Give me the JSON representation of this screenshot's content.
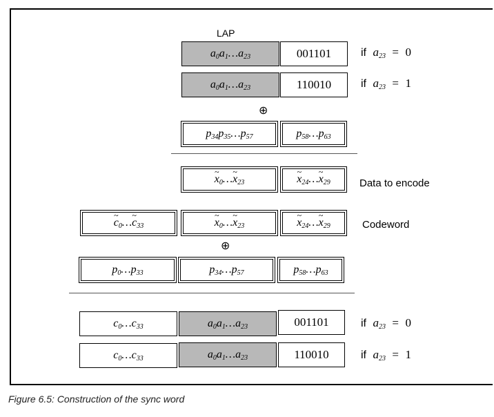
{
  "lap_label": "LAP",
  "plus_symbol": "⊕",
  "bits_zero": "001101",
  "bits_one": "110010",
  "if_word": "if",
  "cond_var_base": "a",
  "cond_var_sub": "23",
  "cond_eq": "=",
  "cond_zero": "0",
  "cond_one": "1",
  "data_to_encode_label": "Data to encode",
  "codeword_label": "Codeword",
  "caption": "Figure 6.5:  Construction of the sync word"
}
